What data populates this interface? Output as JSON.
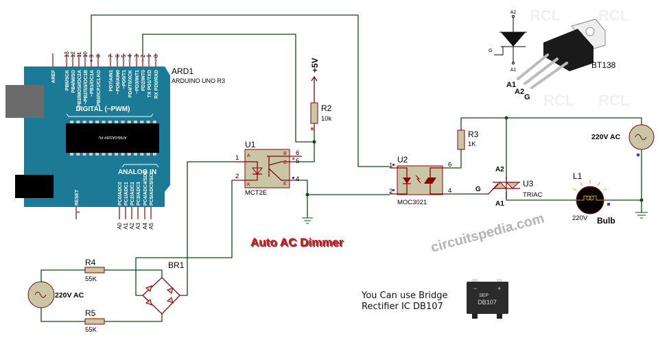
{
  "title": "Auto AC Dimmer",
  "watermark": "circuitspedia.com",
  "arduino": {
    "ref": "ARD1",
    "model": "ARDUINO UNO R3",
    "chip": "ATMEGA328P-PU",
    "digital_label": "DIGITAL (~PWM)",
    "analog_label": "ANALOG IN",
    "pin_numbers": [
      "13",
      "12",
      "11",
      "10",
      "9",
      "8",
      "7",
      "6",
      "5",
      "4",
      "3",
      "2",
      "1",
      "0"
    ],
    "top_labels": [
      "AREF",
      "PB5/SCK",
      "PB4/MISO",
      "~PB3/MOSI/OC2A",
      "~PB2/SS/OC1B",
      "~PB1/OC1A",
      "PB0/ICP1/CLKO",
      "PD7/AIN1",
      "~PD6/AIN0",
      "~PD5/T1",
      "PD4/T0/XCK",
      "~PD3/INT1",
      "PD2/INT0",
      "TX PD1/TXD",
      "RX PD0/RXD"
    ],
    "analog_labels": [
      "PC0/ADC0",
      "PC1/ADC1",
      "PC2/ADC2",
      "PC3/ADC3",
      "PC4/ADC4/SDA",
      "PC5/ADC5/SCL"
    ],
    "analog_pins": [
      "A0",
      "A1",
      "A2",
      "A3",
      "A4",
      "A5"
    ],
    "reset": "RESET",
    "board_color": "#1b7b97"
  },
  "components": {
    "vcc": "+5V",
    "r2": {
      "ref": "R2",
      "value": "10k"
    },
    "r3": {
      "ref": "R3",
      "value": "1K"
    },
    "r4": {
      "ref": "R4",
      "value": "55K"
    },
    "r5": {
      "ref": "R5",
      "value": "55K"
    },
    "u1": {
      "ref": "U1",
      "part": "MCT2E",
      "pins": [
        "1",
        "2",
        "6",
        "5",
        "4"
      ],
      "pin_names": [
        "A",
        "K",
        "B",
        "C",
        "E"
      ]
    },
    "u2": {
      "ref": "U2",
      "part": "MOC3021",
      "pins": [
        "1",
        "2",
        "6",
        "4"
      ]
    },
    "u3": {
      "ref": "U3",
      "part": "TRIAC",
      "a2": "A2",
      "a1": "A1",
      "g": "G"
    },
    "l1": {
      "ref": "L1",
      "value": "220V",
      "name": "Bulb"
    },
    "ac_right": "220V AC",
    "ac_left": "220V AC",
    "br1": "BR1"
  },
  "inset": {
    "sym_a2": "A2",
    "sym_a1": "A1",
    "sym_g": "G",
    "part": "BT138",
    "pin_a1": "A1",
    "pin_a2": "A2",
    "pin_g": "G",
    "logo": "RCL"
  },
  "note": {
    "line1": "You Can use Bridge",
    "line2": "Rectifier IC DB107",
    "ic_label": "DB107",
    "ic_logo": "SEP"
  }
}
